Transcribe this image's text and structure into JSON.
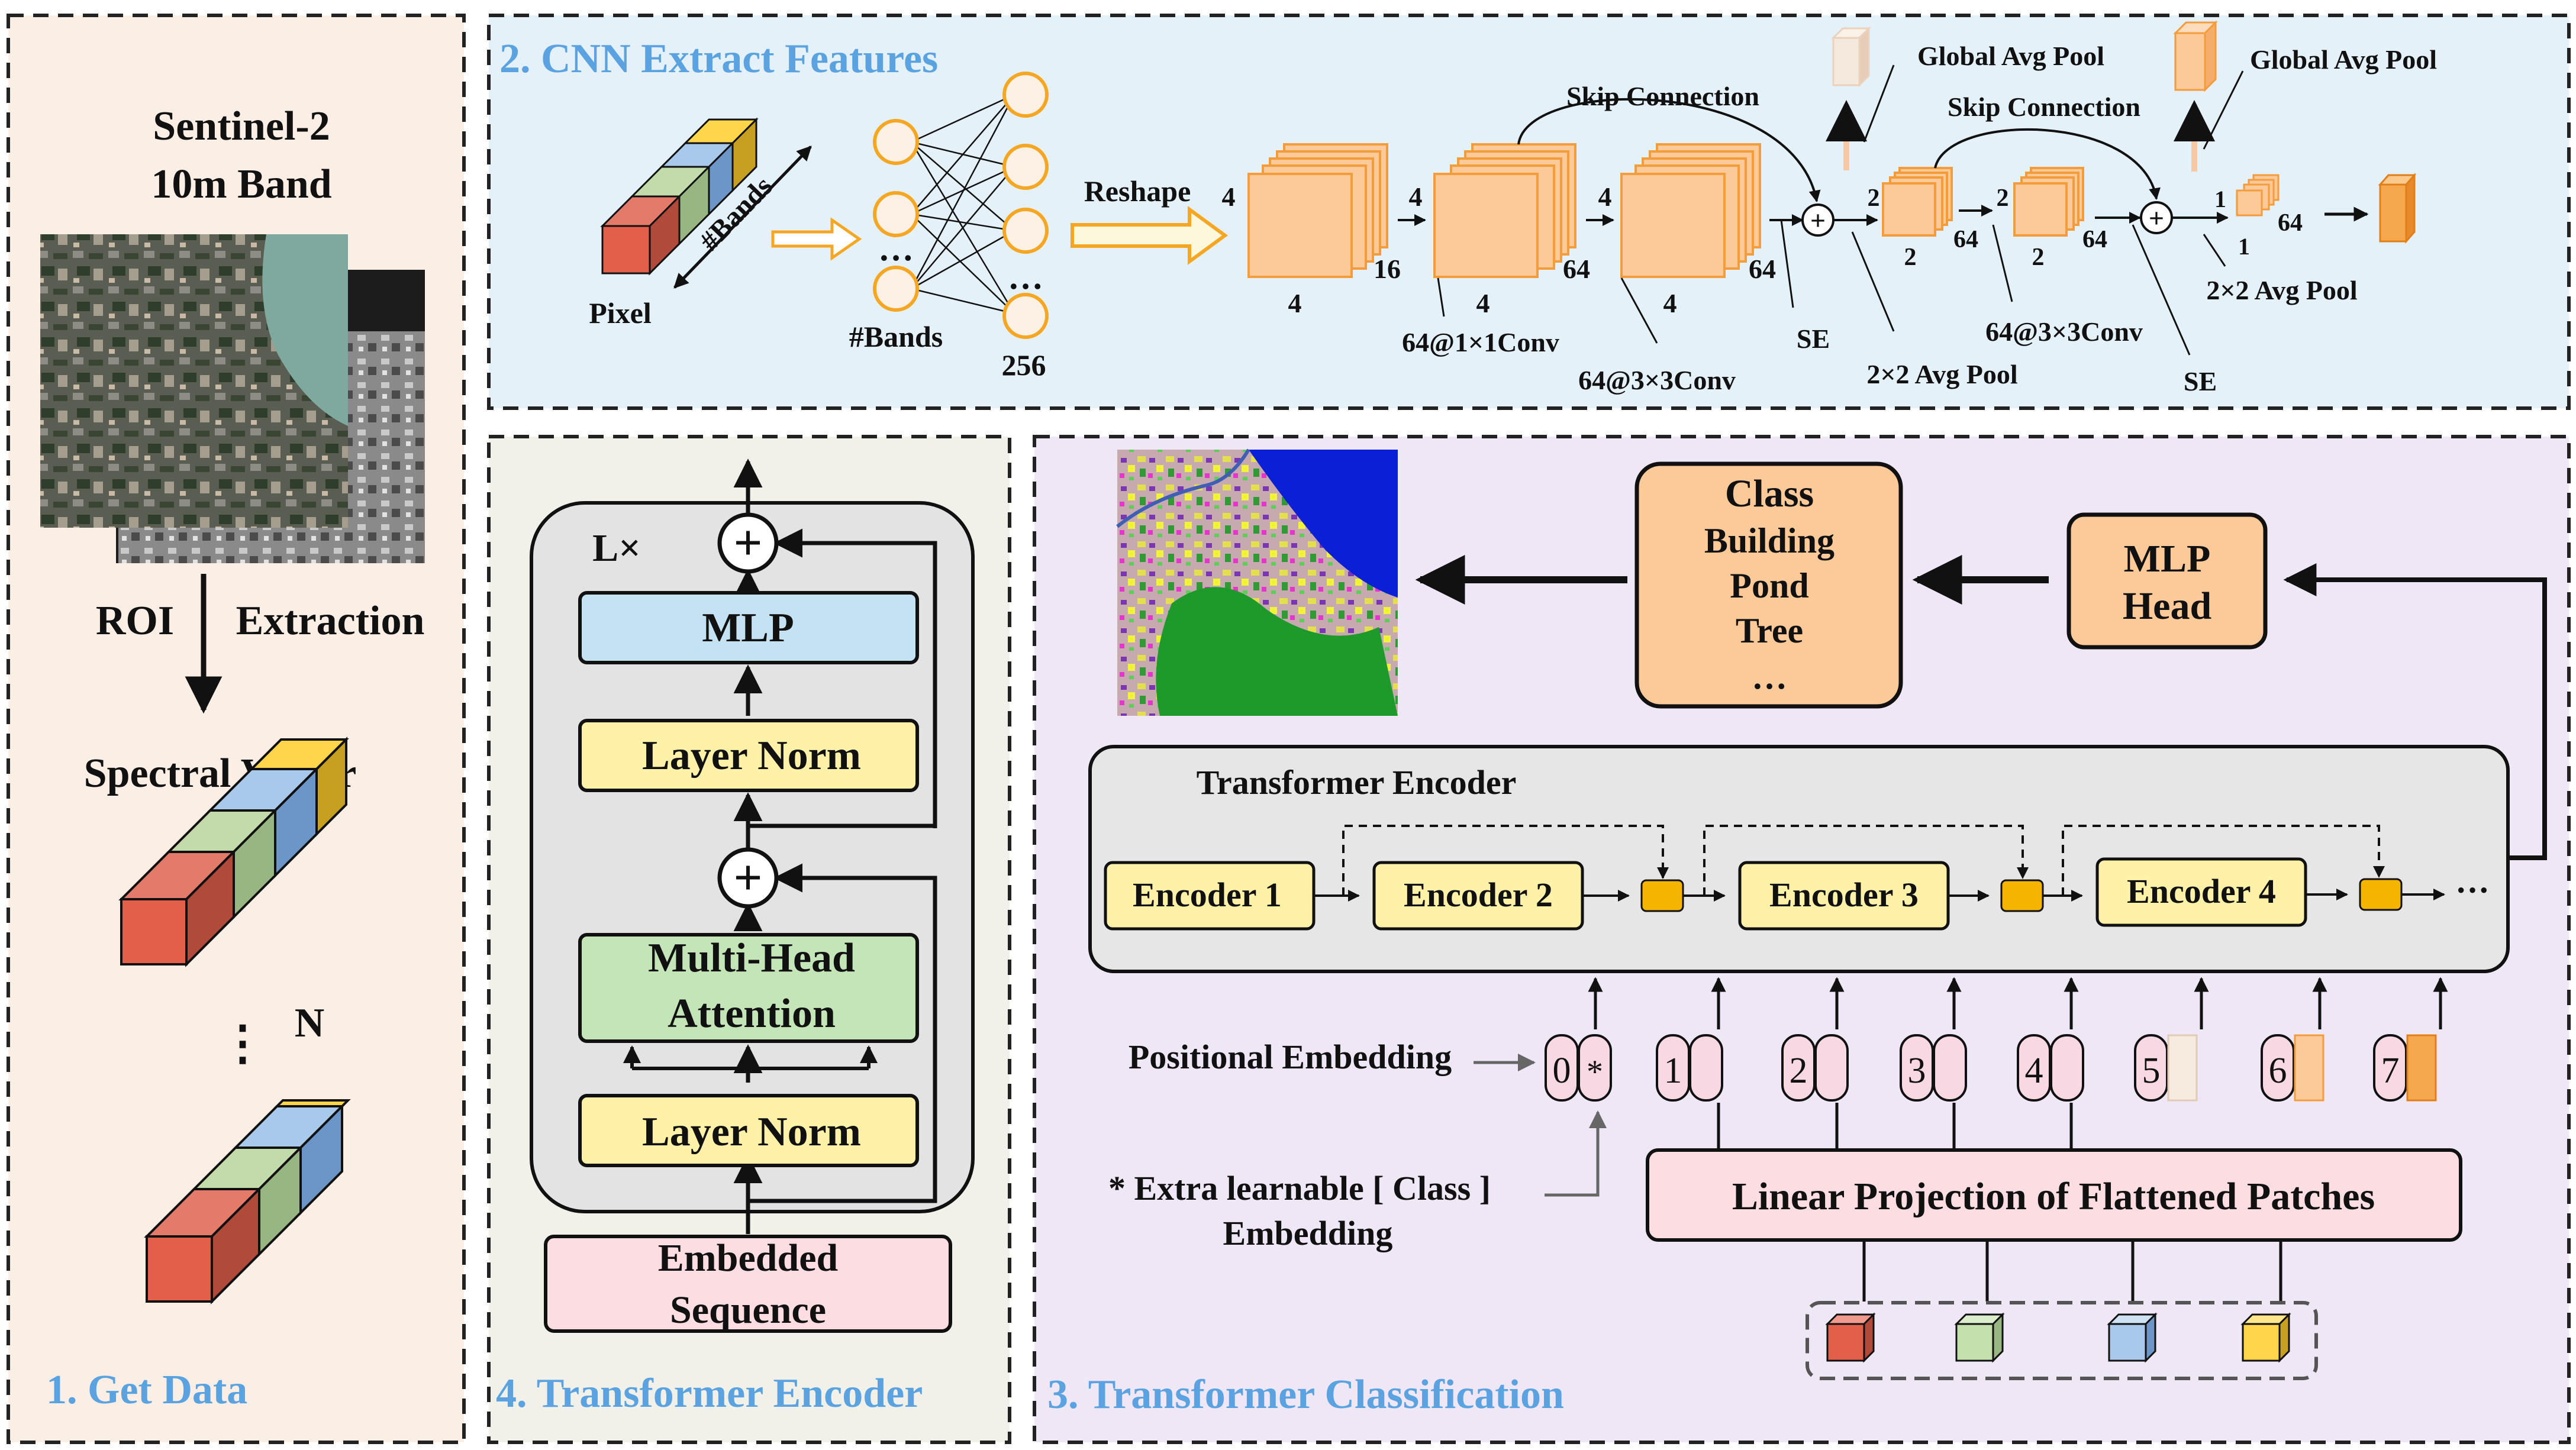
{
  "colors": {
    "panel1_bg": "#fbeee5",
    "panel2_bg": "#e5f1f9",
    "panel3_bg": "#efe7f5",
    "panel4_bg": "#f1f1ea",
    "title_blue": "#5aa3e0",
    "orange_face": "#fcc998",
    "orange_border": "#f39c3c",
    "yellow_box": "#fff2a8",
    "blue_box": "#c5e2f3",
    "green_box": "#c4e5b8",
    "pink_box": "#fbdde2",
    "gray_box": "#e6e6e6",
    "token_pink": "#f8d9e3",
    "small_orange": "#f5b400"
  },
  "panel1": {
    "title": "1. Get Data",
    "sat_title_line1": "Sentinel-2",
    "sat_title_line2": "10m Band",
    "roi_left": "ROI",
    "roi_right": "Extraction",
    "spectral_vector": "Spectral Vector",
    "dots": "⋮",
    "n_label": "N"
  },
  "panel2": {
    "title": "2. CNN Extract Features",
    "pixel": "Pixel",
    "bands_diag": "#Bands",
    "bands": "#Bands",
    "n256": "256",
    "reshape": "Reshape",
    "skip1": "Skip Connection",
    "skip2": "Skip Connection",
    "gap1": "Global Avg Pool",
    "gap2": "Global Avg Pool",
    "b1_left": "4",
    "b1_bottom": "4",
    "b1_depth": "16",
    "b2_left": "4",
    "b2_bottom": "4",
    "b2_depth": "64",
    "b3_left": "4",
    "b3_bottom": "4",
    "b3_depth": "64",
    "b4_left": "2",
    "b4_bottom": "2",
    "b4_depth": "64",
    "b5_left": "2",
    "b5_bottom": "2",
    "b5_depth": "64",
    "b6_left": "1",
    "b6_bottom": "1",
    "b6_depth": "64",
    "conv1": "64@1×1Conv",
    "conv2": "64@3×3Conv",
    "conv3": "64@3×3Conv",
    "se1": "SE",
    "se2": "SE",
    "pool1": "2×2 Avg Pool",
    "pool2": "2×2 Avg Pool",
    "plus": "+",
    "ellipsis": "…"
  },
  "panel3": {
    "title": "3. Transformer Classification",
    "class_lines": [
      "Class",
      "Building",
      "Pond",
      "Tree",
      "…"
    ],
    "mlp_head_line1": "MLP",
    "mlp_head_line2": "Head",
    "encoder_title": "Transformer Encoder",
    "encoders": [
      "Encoder 1",
      "Encoder 2",
      "Encoder 3",
      "Encoder 4"
    ],
    "encoder_dots": "···",
    "positional": "Positional Embedding",
    "extra_line1": "* Extra learnable [ Class ]",
    "extra_line2": "Embedding",
    "linear_projection": "Linear Projection of Flattened Patches",
    "tokens": [
      "0",
      "1",
      "2",
      "3",
      "4",
      "5",
      "6",
      "7"
    ],
    "star": "*"
  },
  "panel4": {
    "title": "4. Transformer Encoder",
    "lx": "L×",
    "mlp": "MLP",
    "layer_norm_top": "Layer Norm",
    "mha_line1": "Multi-Head",
    "mha_line2": "Attention",
    "layer_norm_bottom": "Layer Norm",
    "embedded_line1": "Embedded",
    "embedded_line2": "Sequence",
    "plus": "+"
  }
}
